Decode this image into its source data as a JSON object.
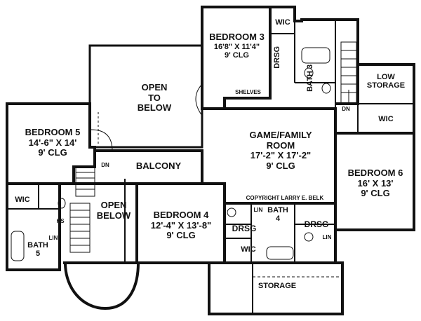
{
  "rooms": {
    "bedroom3": {
      "name": "BEDROOM 3",
      "size": "16'8\" X 11'4\"",
      "clg": "9' CLG"
    },
    "wic_top": "WIC",
    "drsg_b3": "DRSG",
    "bath3": "BATH 3",
    "shelves": "SHELVES",
    "open_to_below": {
      "l1": "OPEN",
      "l2": "TO",
      "l3": "BELOW"
    },
    "low_storage": {
      "l1": "LOW",
      "l2": "STORAGE"
    },
    "wic_right": "WIC",
    "dn_right": "DN",
    "bedroom5": {
      "name": "BEDROOM 5",
      "size": "14'-6\" X 14'",
      "clg": "9' CLG"
    },
    "game_room": {
      "name1": "GAME/FAMILY",
      "name2": "ROOM",
      "size": "17'-2\" X 17'-2\"",
      "clg": "9' CLG"
    },
    "bedroom6": {
      "name": "BEDROOM 6",
      "size": "16' X 13'",
      "clg": "9' CLG"
    },
    "balcony": "BALCONY",
    "dn_left": "DN",
    "open_below": {
      "l1": "OPEN",
      "l2": "BELOW"
    },
    "bedroom4": {
      "name": "BEDROOM 4",
      "size": "12'-4\" X 13'-8\"",
      "clg": "9' CLG"
    },
    "copyright": "COPYRIGHT LARRY E. BELK",
    "wic_left": "WIC",
    "ks": "KS",
    "lin_left": "LIN",
    "bath5": {
      "l1": "BATH",
      "l2": "5"
    },
    "lin_mid": "LIN",
    "bath4": {
      "l1": "BATH",
      "l2": "4"
    },
    "drsg_b4": "DRSG",
    "drsg_b6": "DRSG",
    "lin_right": "LIN",
    "wic_bottom": "WIC",
    "storage": "STORAGE"
  }
}
